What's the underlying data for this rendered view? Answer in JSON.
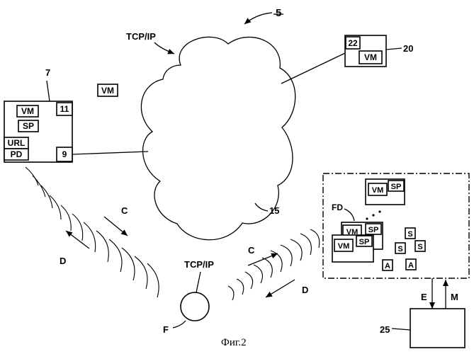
{
  "figure": {
    "system_ref": "5",
    "caption": "Фиг.2"
  },
  "network": {
    "protocol_top": "TCP/IP",
    "ref": "15"
  },
  "left_device": {
    "ref": "7",
    "floating_vm": "VM",
    "blocks": [
      "VM",
      "SP",
      "URL",
      "PD"
    ],
    "port_top": "11",
    "port_bottom": "9"
  },
  "server": {
    "ref": "20",
    "inner_ref": "22",
    "vm": "VM"
  },
  "mobile": {
    "ref": "F",
    "protocol": "TCP/IP"
  },
  "wireless_left": {
    "arrow_c": "C",
    "arrow_d": "D"
  },
  "wireless_right": {
    "arrow_c": "C",
    "arrow_d": "D"
  },
  "dashed_area": {
    "fd_label": "FD",
    "top_card": [
      "VM",
      "SP"
    ],
    "card_a": [
      "VM",
      "SP"
    ],
    "card_b": [
      "VM",
      "SP"
    ],
    "s_boxes": [
      "S",
      "S",
      "S"
    ],
    "a_boxes": [
      "A",
      "A"
    ],
    "arrow_e": "E",
    "arrow_m": "M"
  },
  "unit_25": {
    "ref": "25"
  }
}
